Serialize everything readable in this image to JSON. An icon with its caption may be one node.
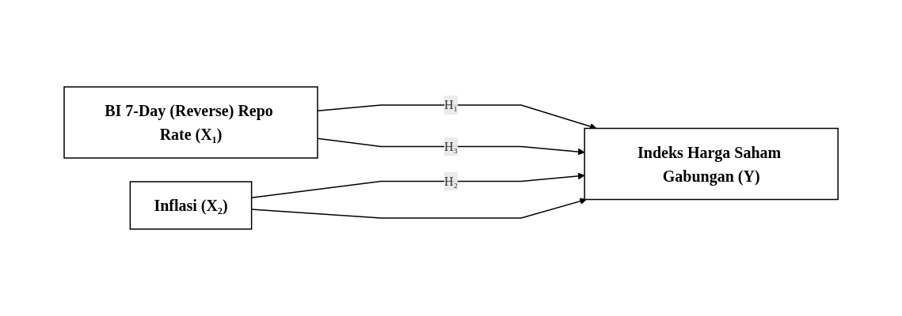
{
  "diagram": {
    "nodes": [
      {
        "text": [
          "BI 7-Day (Reverse) Repo Rate (X₁)"
        ]
      },
      {
        "text": [
          "Inflasi (X₂)"
        ]
      },
      {
        "text": [
          "Indeks Harga Saham Gabungan (Y)"
        ]
      }
    ],
    "edges": [
      {
        "from": 0,
        "to": 2,
        "arrow": "to",
        "label": "H₁"
      },
      {
        "from": 1,
        "to": 2,
        "arrow": "to",
        "label": "H₂"
      },
      {
        "from": 0,
        "to": 2,
        "arrow": "to",
        "label": "H₃"
      },
      {
        "from": 1,
        "to": 2,
        "arrow": "to"
      }
    ]
  }
}
